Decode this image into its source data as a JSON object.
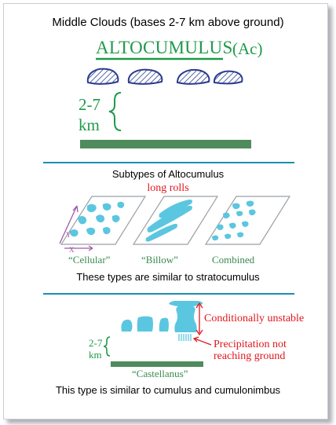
{
  "title": "Middle Clouds (bases 2-7 km above ground)",
  "top_panel": {
    "cloud_name": "ALTOCUMULUS",
    "abbreviation": "(Ac)",
    "height_top": "2-7",
    "height_unit": "km"
  },
  "middle_panel": {
    "heading": "Subtypes of Altocumulus",
    "roll_label": "long rolls",
    "axis_y": "Y",
    "axis_x": "X",
    "subtype_labels": [
      "“Cellular”",
      "“Billow”",
      "Combined"
    ],
    "caption": "These types are similar to stratocumulus"
  },
  "bottom_panel": {
    "height_top": "2-7",
    "height_unit": "km",
    "label_unstable": "Conditionally unstable",
    "label_precip_line1": "Precipitation not",
    "label_precip_line2": "reaching ground",
    "castellanus_label": "“Castellanus”",
    "caption": "This type is similar to cumulus and cumulonimbus"
  },
  "colors": {
    "title_text": "#000000",
    "altocumulus_green": "#1f9a4a",
    "cloud_outline": "#2a3d8f",
    "ground_bar": "#4f8b5c",
    "divider": "#1a8fb0",
    "cloud_fill": "#5bc6e0",
    "annotation_red": "#e0161c",
    "subtype_label_green": "#3a8a50",
    "axis_purple": "#a05aa8"
  }
}
